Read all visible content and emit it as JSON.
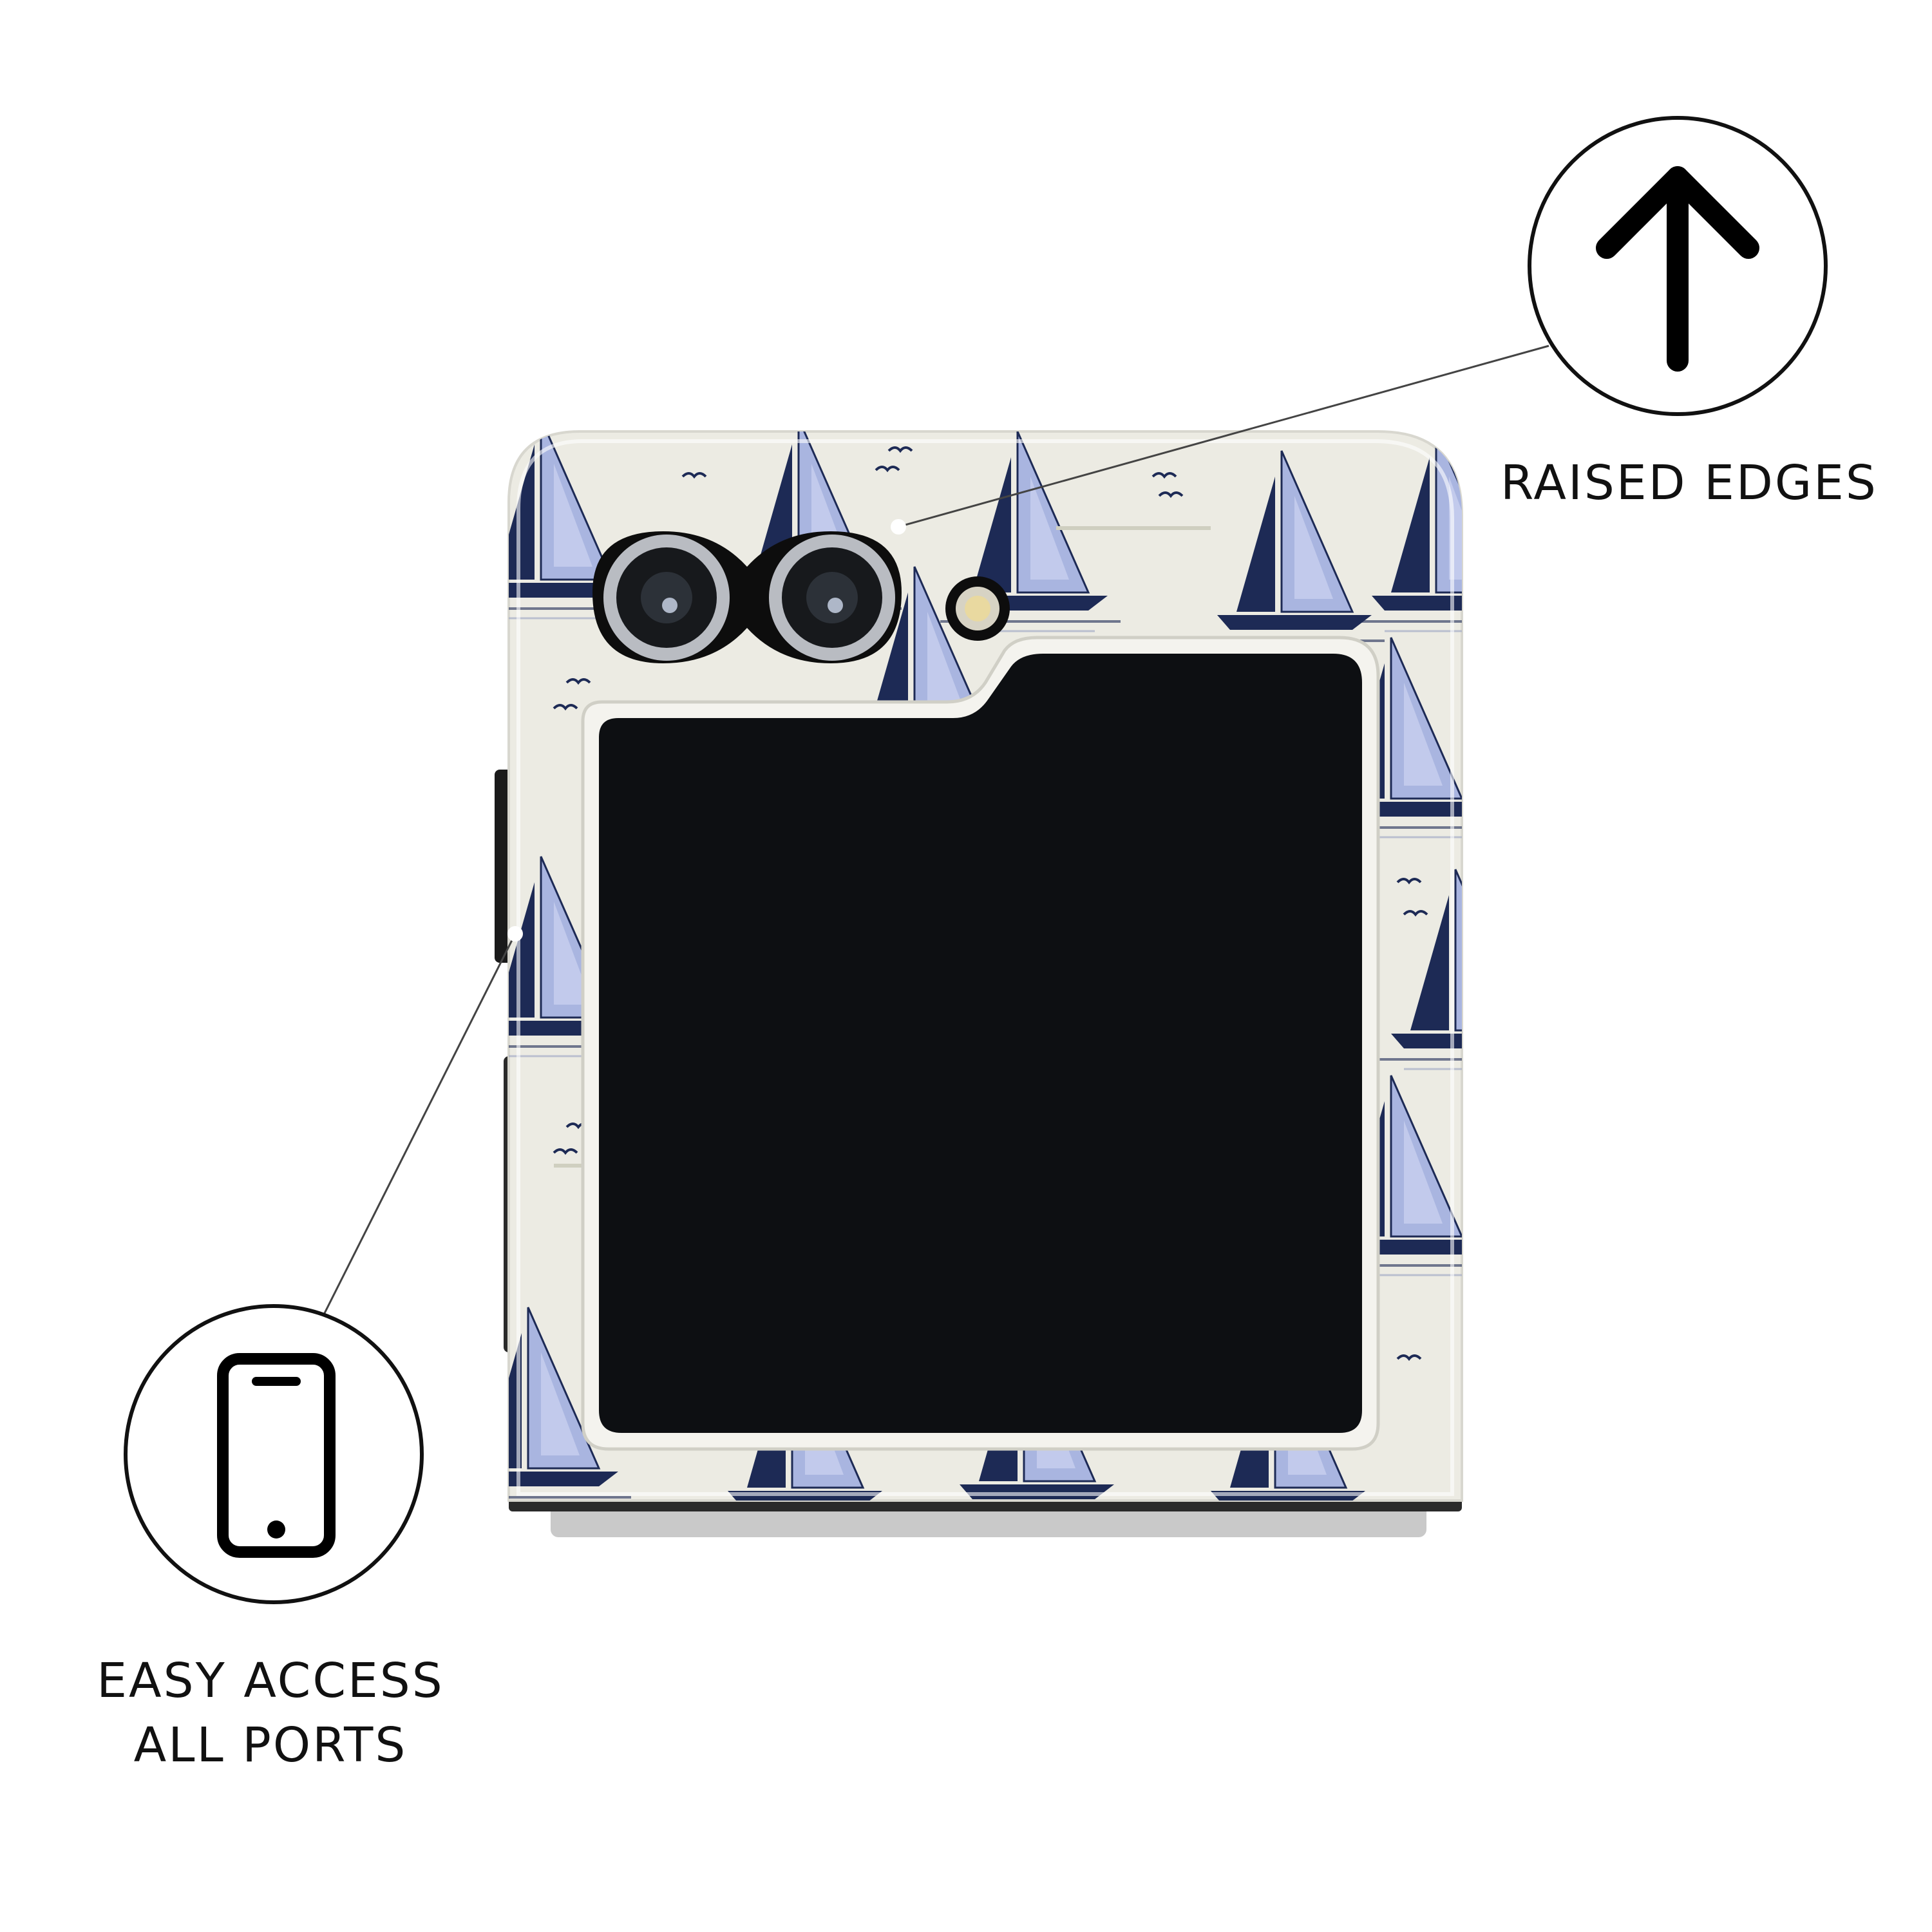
{
  "callouts": {
    "raised_edges": {
      "label": "RAISED EDGES",
      "icon": "arrow-up-icon"
    },
    "ports": {
      "line1": "EASY ACCESS",
      "line2": "ALL PORTS",
      "icon": "smartphone-icon"
    }
  },
  "product": {
    "pattern": "sailboat-pattern",
    "colors": {
      "case_background": "#ecebe3",
      "sail_light": "#a9b5e0",
      "sail_dark": "#1d2a55",
      "screen": "#0d0f12",
      "hinge": "#c9c9c9",
      "camera_ring": "#b9bcc2"
    }
  }
}
